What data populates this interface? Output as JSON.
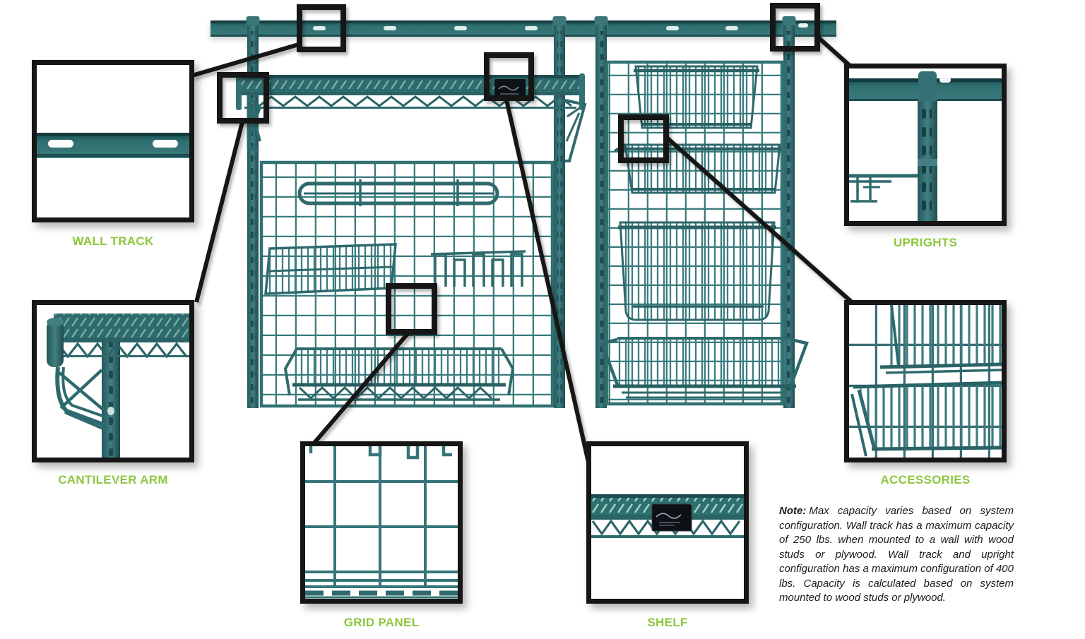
{
  "figure": {
    "type": "product-diagram",
    "labels": {
      "wall_track": "WALL TRACK",
      "cantilever_arm": "CANTILEVER ARM",
      "grid_panel": "GRID PANEL",
      "shelf": "SHELF",
      "uprights": "UPRIGHTS",
      "accessories": "ACCESSORIES"
    },
    "note": {
      "prefix": "Note:",
      "body": "Max capacity varies based on system configuration. Wall track has a maximum capacity of 250 lbs. when mounted to a wall with wood studs or plywood. Wall track and upright configuration has a maximum configuration of 400 lbs. Capacity is calculated based on system mounted to wood studs or plywood."
    },
    "colors": {
      "label_green": "#8dc63f",
      "metal_teal": "#2e6a6d",
      "metal_teal_dark": "#1d4c50",
      "metal_teal_light": "#7fb0ae",
      "callout_black": "#141414",
      "background": "#ffffff"
    }
  }
}
